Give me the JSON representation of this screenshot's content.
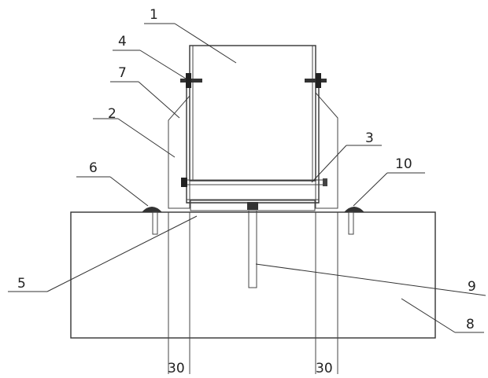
{
  "callouts": [
    {
      "id": "1",
      "text": "1"
    },
    {
      "id": "2",
      "text": "2"
    },
    {
      "id": "3",
      "text": "3"
    },
    {
      "id": "4",
      "text": "4"
    },
    {
      "id": "5",
      "text": "5"
    },
    {
      "id": "6",
      "text": "6"
    },
    {
      "id": "7",
      "text": "7"
    },
    {
      "id": "8",
      "text": "8"
    },
    {
      "id": "9",
      "text": "9"
    },
    {
      "id": "10",
      "text": "10"
    }
  ],
  "dimensions": {
    "left": "30",
    "right": "30"
  },
  "colors": {
    "line": "#333333",
    "hatch": "#555555",
    "background": "#ffffff"
  }
}
